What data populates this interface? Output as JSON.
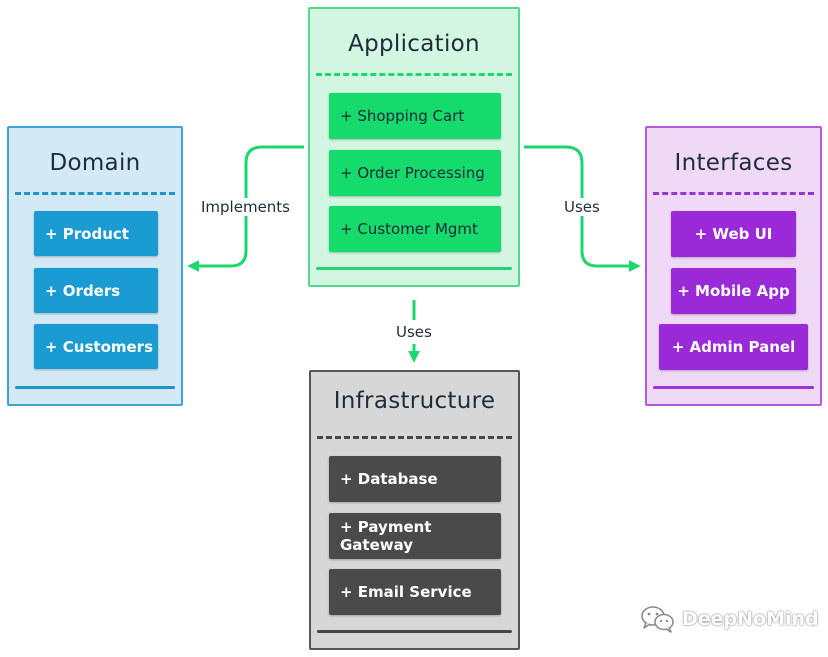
{
  "colors": {
    "connector": "#1ed66e",
    "domain": "#1a9bd2",
    "application": "#15da6c",
    "interfaces": "#9a2ad8",
    "infrastructure": "#4a4a4a"
  },
  "domain": {
    "title": "Domain",
    "items": [
      "+ Product",
      "+ Orders",
      "+ Customers"
    ]
  },
  "application": {
    "title": "Application",
    "items": [
      "+ Shopping Cart",
      "+ Order Processing",
      "+ Customer Mgmt"
    ]
  },
  "interfaces": {
    "title": "Interfaces",
    "items": [
      "+ Web UI",
      "+ Mobile App",
      "+ Admin Panel"
    ]
  },
  "infrastructure": {
    "title": "Infrastructure",
    "items": [
      "+ Database",
      "+ Payment Gateway",
      "+ Email Service"
    ]
  },
  "connectors": {
    "implements": "Implements",
    "uses_right": "Uses",
    "uses_down": "Uses"
  },
  "watermark": {
    "icon": "wechat-icon",
    "text": "DeepNoMind"
  }
}
